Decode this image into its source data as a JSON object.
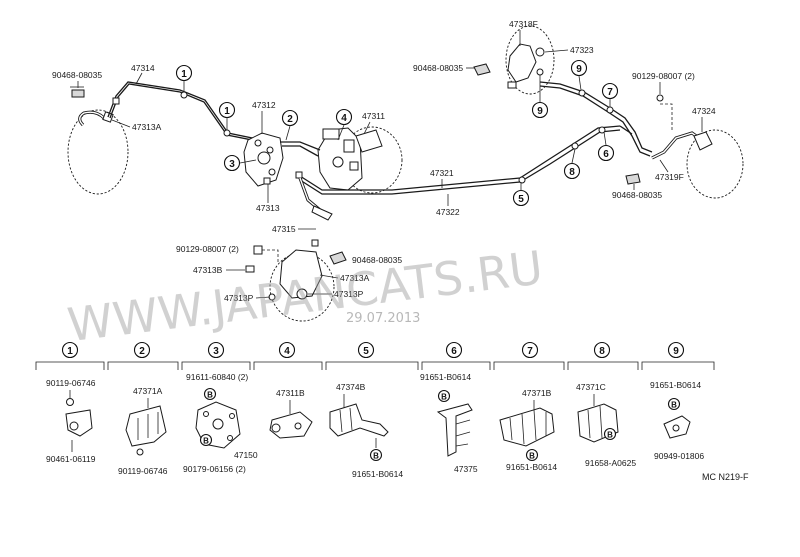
{
  "callouts": [
    "1",
    "2",
    "3",
    "4",
    "5",
    "6",
    "7",
    "8",
    "9"
  ],
  "bolt_marker": "B",
  "parts": {
    "p47314": "47314",
    "p90468_08035": "90468-08035",
    "p47313A_l": "47313A",
    "p47312": "47312",
    "p47311": "47311",
    "p47313": "47313",
    "p47315": "47315",
    "p47321": "47321",
    "p47322": "47322",
    "p90129_08007_a": "90129-08007 (2)",
    "p90468_08035_c": "90468-08035",
    "p47313B": "47313B",
    "p47313A_c": "47313A",
    "p47313P_l": "47313P",
    "p47313P_c": "47313P",
    "p47318F": "47318F",
    "p47323": "47323",
    "p90468_08035_r": "90468-08035",
    "p90129_08007_r": "90129-08007 (2)",
    "p47324": "47324",
    "p47319F": "47319F",
    "p90468_08035_br": "90468-08035"
  },
  "details": [
    {
      "num": "1",
      "a": "90119-06746",
      "b": "90461-06119"
    },
    {
      "num": "2",
      "a": "47371A",
      "b": "90119-06746"
    },
    {
      "num": "3",
      "a": "91611-60840 (2)",
      "b": "47150",
      "c": "90179-06156 (2)"
    },
    {
      "num": "4",
      "a": "47311B"
    },
    {
      "num": "5",
      "a": "47374B",
      "b": "91651-B0614"
    },
    {
      "num": "6",
      "a": "91651-B0614",
      "b": "47375"
    },
    {
      "num": "7",
      "a": "47371B",
      "b": "91651-B0614"
    },
    {
      "num": "8",
      "a": "47371C",
      "b": "91658-A0625"
    },
    {
      "num": "9",
      "a": "91651-B0614",
      "b": "90949-01806"
    }
  ],
  "diagram_code": "MC N219-F",
  "watermark": "WWW.JAPANCATS.RU",
  "watermark_date": "29.07.2013"
}
